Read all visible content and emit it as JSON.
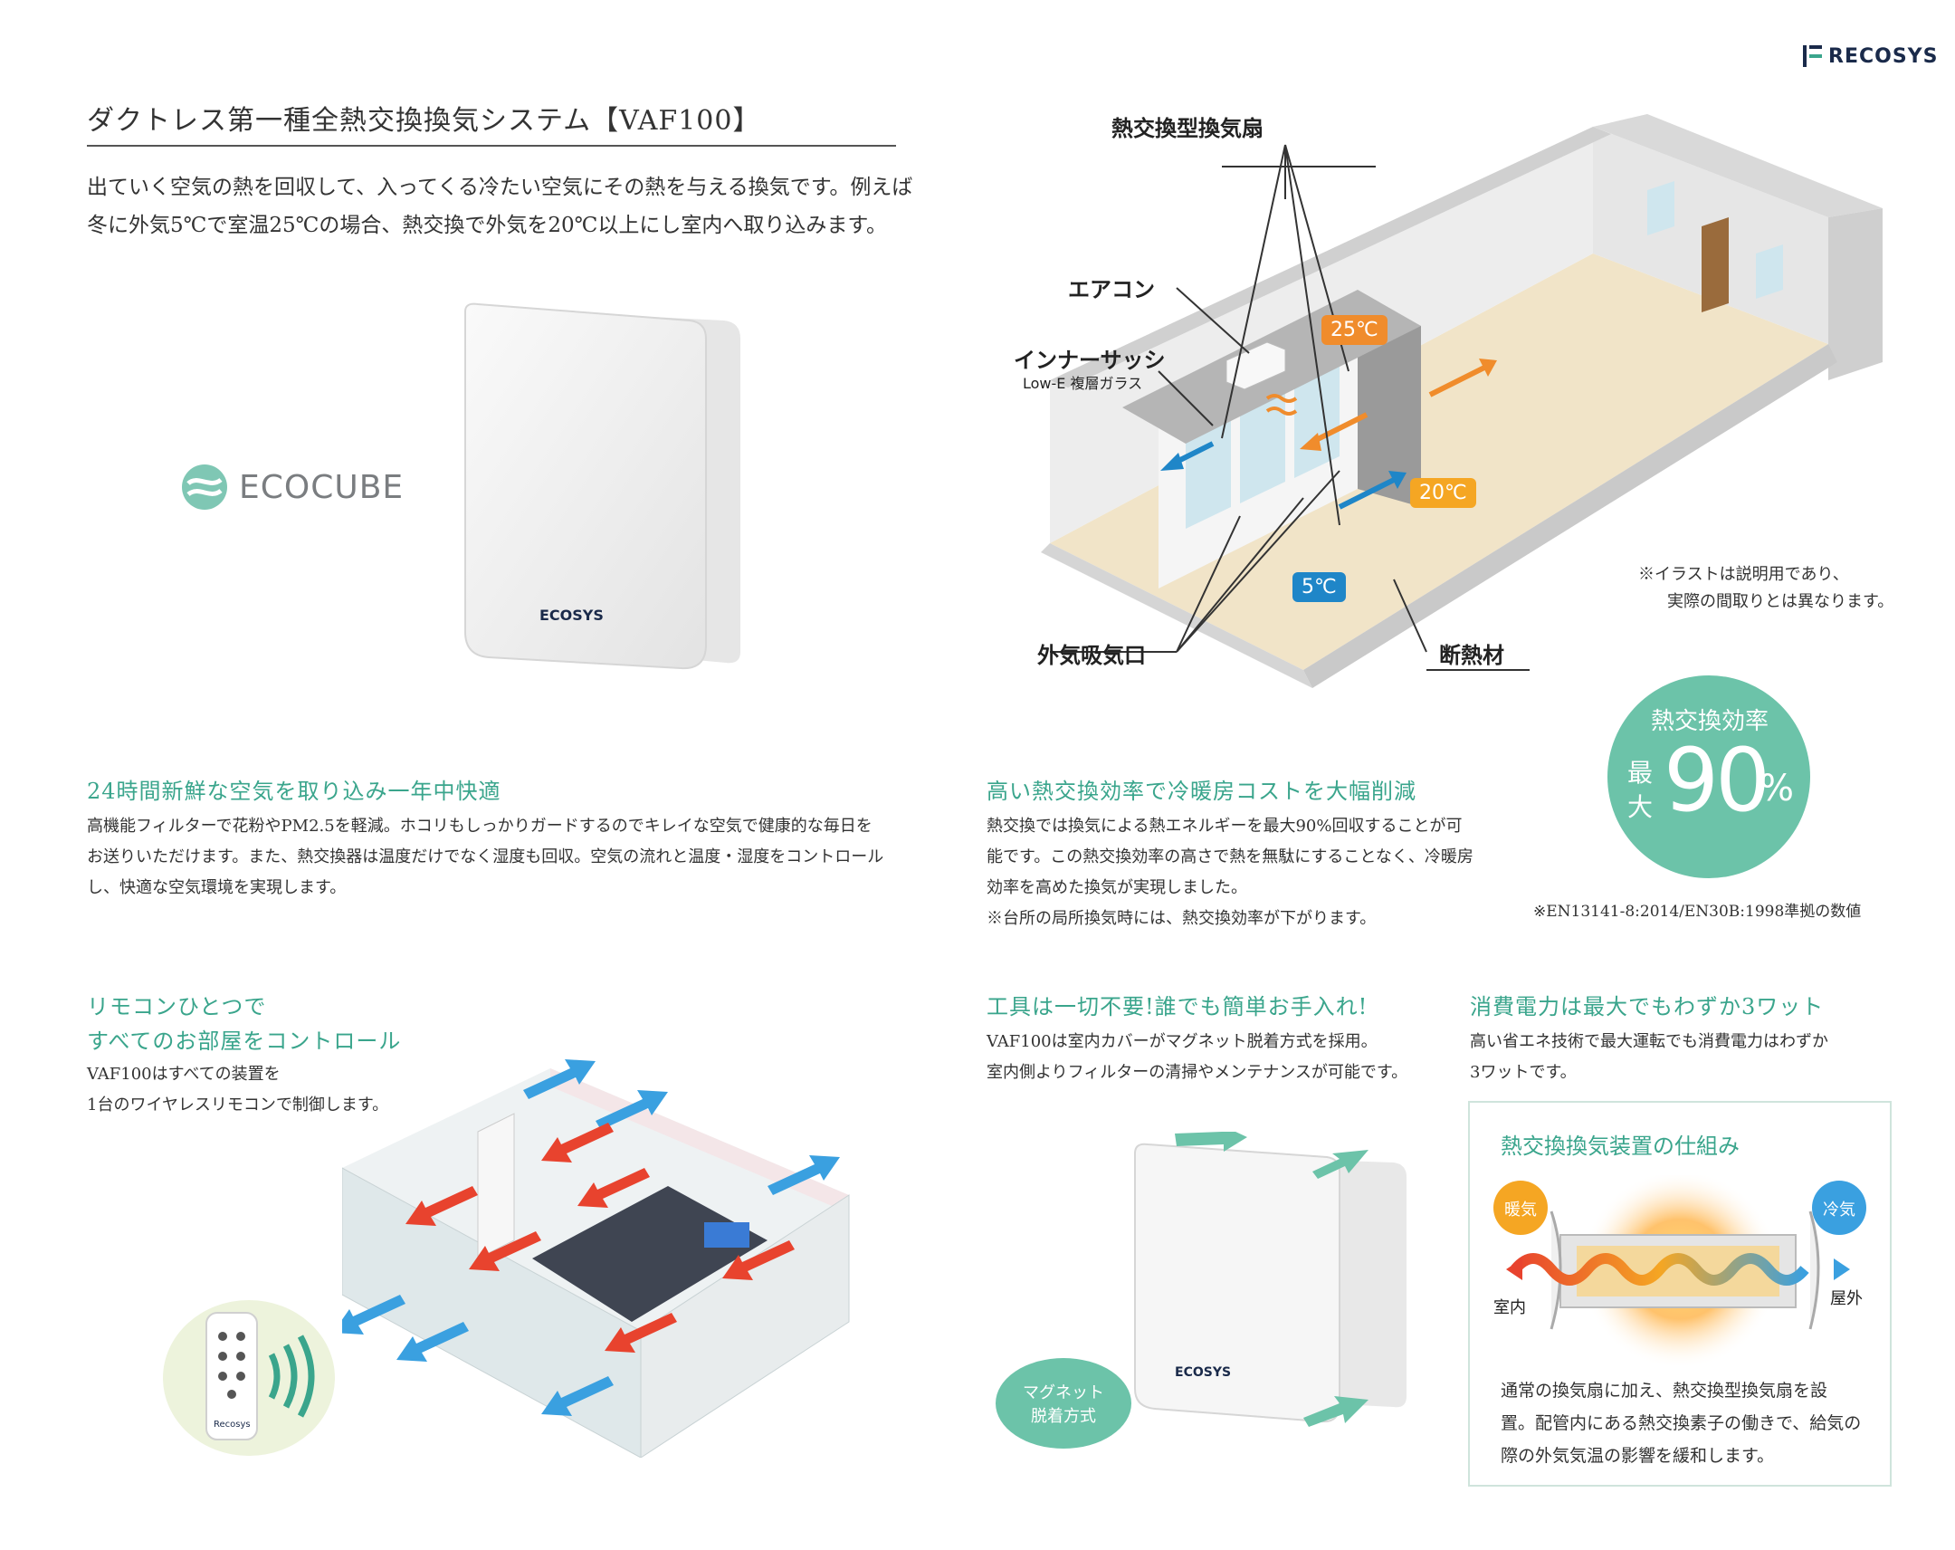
{
  "brand": {
    "logo": "RECOSYS"
  },
  "header": {
    "title": "ダクトレス第一種全熱交換換気システム【VAF100】"
  },
  "intro": {
    "line1": "出ていく空気の熱を回収して、入ってくる冷たい空気にその熱を与える換気です。例えば",
    "line2": "冬に外気5℃で室温25℃の場合、熱交換で外気を20℃以上にし室内へ取り込みます。"
  },
  "product": {
    "series_logo": "ECOCUBE",
    "device_logo": "ECOSYS"
  },
  "diagram": {
    "label_fan": "熱交換型換気扇",
    "label_aircon": "エアコン",
    "label_sash": "インナーサッシ",
    "label_glass": "Low-E 複層ガラス",
    "label_intake": "外気吸気口",
    "label_insulation": "断熱材",
    "temp_25": "25℃",
    "temp_20": "20℃",
    "temp_5": "5℃",
    "note_line1": "※イラストは説明用であり、",
    "note_line2": "実際の間取りとは異なります。"
  },
  "section_fresh": {
    "heading": "24時間新鮮な空気を取り込み一年中快適",
    "line1": "高機能フィルターで花粉やPM2.5を軽減。ホコリもしっかりガードするのでキレイな空気で健康的な毎日を",
    "line2": "お送りいただけます。また、熱交換器は温度だけでなく湿度も回収。空気の流れと温度・湿度をコントロール",
    "line3": "し、快適な空気環境を実現します。"
  },
  "section_efficiency": {
    "heading": "高い熱交換効率で冷暖房コストを大幅削減",
    "line1": "熱交換では換気による熱エネルギーを最大90%回収することが可",
    "line2": "能です。この熱交換効率の高さで熱を無駄にすることなく、冷暖房",
    "line3": "効率を高めた換気が実現しました。",
    "line4": "※台所の局所換気時には、熱交換効率が下がります。"
  },
  "badge": {
    "title": "熱交換効率",
    "prefix_top": "最",
    "prefix_bottom": "大",
    "value": "90",
    "unit": "%",
    "footnote": "※EN13141-8:2014/EN30B:1998準拠の数値",
    "color": "#6cc3a9"
  },
  "section_remote": {
    "heading1": "リモコンひとつで",
    "heading2": "すべてのお部屋をコントロール",
    "line1": "VAF100はすべての装置を",
    "line2": "1台のワイヤレスリモコンで制御します。",
    "remote_logo": "Recosys"
  },
  "section_maintenance": {
    "heading": "工具は一切不要!誰でも簡単お手入れ!",
    "line1": "VAF100は室内カバーがマグネット脱着方式を採用。",
    "line2": "室内側よりフィルターの清掃やメンテナンスが可能です。",
    "badge_line1": "マグネット",
    "badge_line2": "脱着方式"
  },
  "section_power": {
    "heading": "消費電力は最大でもわずか3ワット",
    "line1": "高い省エネ技術で最大運転でも消費電力はわずか",
    "line2": "3ワットです。"
  },
  "mechanism": {
    "title": "熱交換換気装置の仕組み",
    "warm": "暖気",
    "cold": "冷気",
    "indoor": "室内",
    "outdoor": "屋外",
    "line1": "通常の換気扇に加え、熱交換型換気扇を設",
    "line2": "置。配管内にある熱交換素子の働きで、給気の",
    "line3": "際の外気気温の影響を緩和します。"
  },
  "colors": {
    "accent": "#3aa58c",
    "warm": "#f08c2c",
    "cold": "#1f86c8",
    "red_arrow": "#e8432e"
  }
}
